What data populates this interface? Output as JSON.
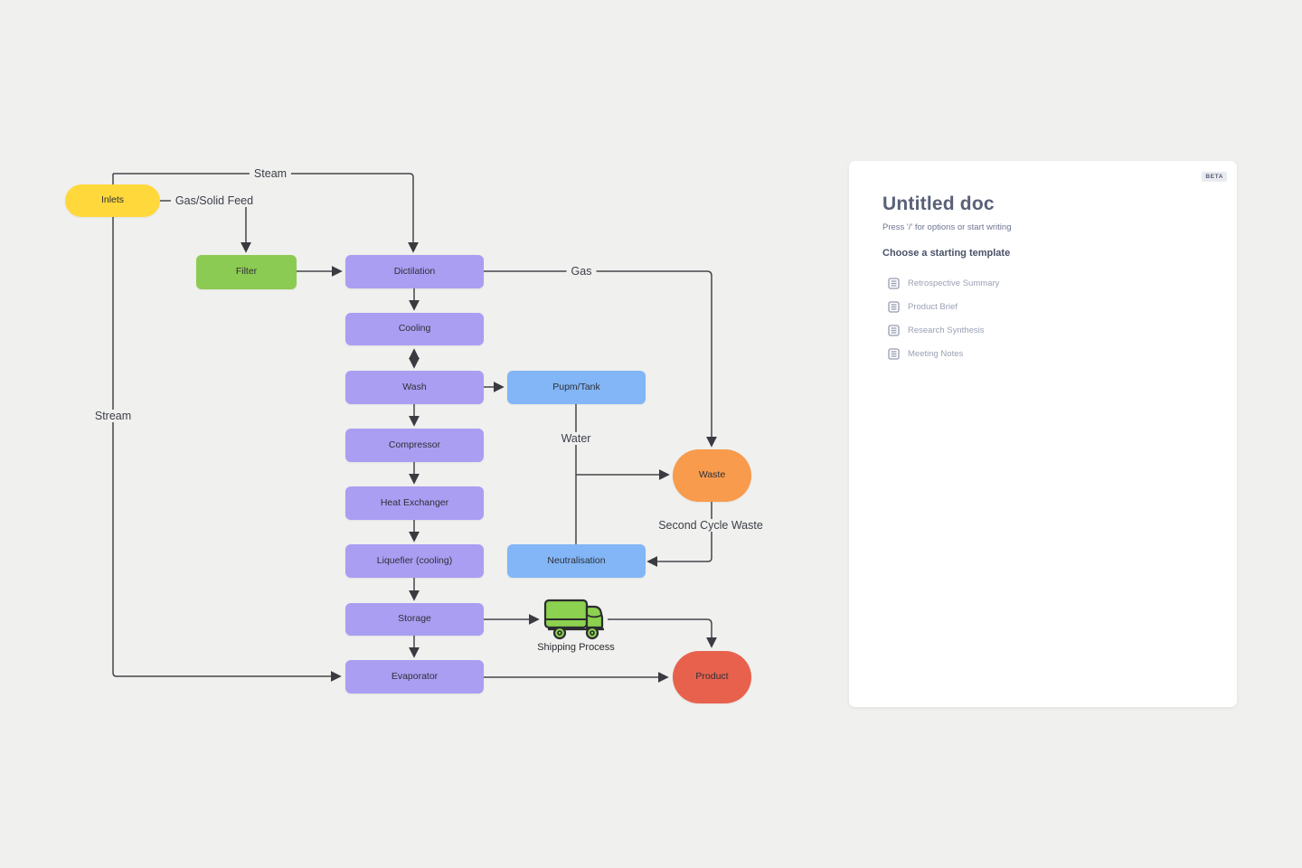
{
  "canvas": {
    "background": "#f0f0ee",
    "nodes": {
      "inlets": {
        "label": "Inlets",
        "color": "#FFD83B"
      },
      "filter": {
        "label": "Filter",
        "color": "#8CCB53"
      },
      "dictilation": {
        "label": "Dictilation",
        "color": "#A99EF2"
      },
      "cooling": {
        "label": "Cooling",
        "color": "#A99EF2"
      },
      "wash": {
        "label": "Wash",
        "color": "#A99EF2"
      },
      "pump_tank": {
        "label": "Pupm/Tank",
        "color": "#82B6F6"
      },
      "compressor": {
        "label": "Compressor",
        "color": "#A99EF2"
      },
      "heat_exchanger": {
        "label": "Heat Exchanger",
        "color": "#A99EF2"
      },
      "waste": {
        "label": "Waste",
        "color": "#F89B4D"
      },
      "liquefier": {
        "label": "Liquefier (cooling)",
        "color": "#A99EF2"
      },
      "neutralisation": {
        "label": "Neutralisation",
        "color": "#82B6F6"
      },
      "storage": {
        "label": "Storage",
        "color": "#A99EF2"
      },
      "evaporator": {
        "label": "Evaporator",
        "color": "#A99EF2"
      },
      "product": {
        "label": "Product",
        "color": "#E8614D"
      },
      "shipping_process": {
        "label": "Shipping Process"
      }
    },
    "edge_labels": {
      "steam": "Steam",
      "gas_solid_feed": "Gas/Solid Feed",
      "gas": "Gas",
      "water": "Water",
      "stream": "Stream",
      "second_cycle_waste": "Second Cycle Waste"
    },
    "edge_color": "#45464c",
    "truck_color": "#8CD14F"
  },
  "doc_panel": {
    "beta_label": "BETA",
    "title": "Untitled doc",
    "subtitle": "Press '/' for options or start writing",
    "templates_heading": "Choose a starting template",
    "templates": [
      {
        "label": "Retrospective Summary"
      },
      {
        "label": "Product Brief"
      },
      {
        "label": "Research Synthesis"
      },
      {
        "label": "Meeting Notes"
      }
    ]
  }
}
